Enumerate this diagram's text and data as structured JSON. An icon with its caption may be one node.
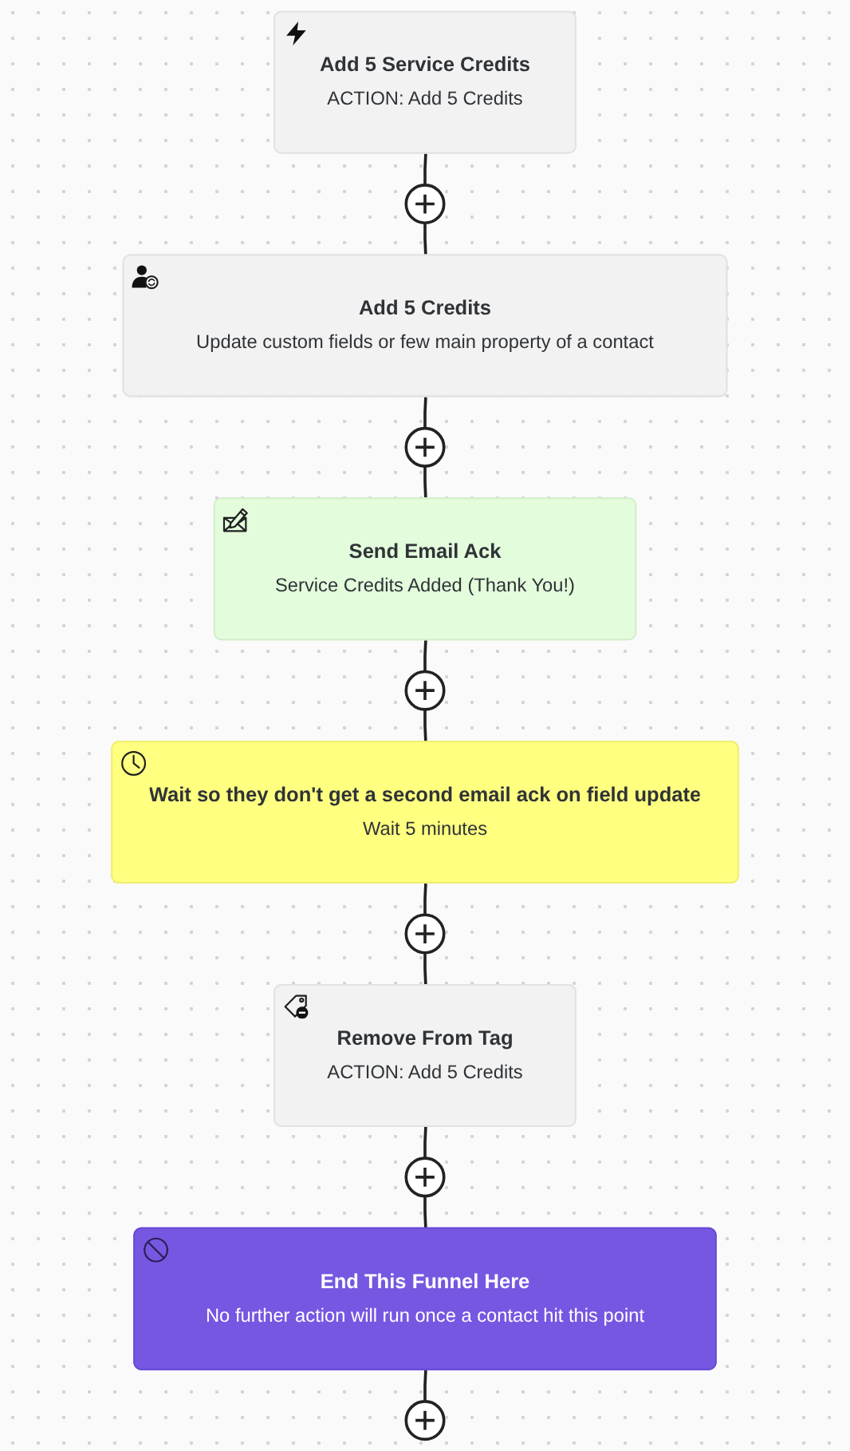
{
  "diagram": {
    "nodes": [
      {
        "text": [
          "Add 5 Service Credits",
          "ACTION: Add 5 Credits"
        ]
      },
      {
        "text": [],
        "shape": "circle"
      },
      {
        "text": [
          "Add 5 Credits",
          "Update custom fields or few main property of a contact"
        ]
      },
      {
        "text": [],
        "shape": "circle"
      },
      {
        "text": [
          "Send Email Ack",
          "Service Credits Added (Thank You!)"
        ]
      },
      {
        "text": [],
        "shape": "circle"
      },
      {
        "text": [
          "Wait so they don't get a second email ack on field update",
          "Wait 5 minutes"
        ]
      },
      {
        "text": [],
        "shape": "circle"
      },
      {
        "text": [
          "Remove From Tag",
          "ACTION: Add 5 Credits"
        ]
      },
      {
        "text": [],
        "shape": "circle"
      },
      {
        "text": [
          "End This Funnel Here",
          "No further action will run once a contact hit this point"
        ]
      },
      {
        "text": [],
        "shape": "circle"
      }
    ],
    "edges": [
      {
        "from": 0,
        "to": 1,
        "arrow": "none"
      },
      {
        "from": 1,
        "to": 2,
        "arrow": "none"
      },
      {
        "from": 2,
        "to": 3,
        "arrow": "none"
      },
      {
        "from": 3,
        "to": 4,
        "arrow": "none"
      },
      {
        "from": 4,
        "to": 5,
        "arrow": "none"
      },
      {
        "from": 5,
        "to": 6,
        "arrow": "none"
      },
      {
        "from": 6,
        "to": 7,
        "arrow": "none"
      },
      {
        "from": 7,
        "to": 8,
        "arrow": "none"
      },
      {
        "from": 8,
        "to": 9,
        "arrow": "none"
      },
      {
        "from": 9,
        "to": 10,
        "arrow": "none"
      },
      {
        "from": 10,
        "to": 11,
        "arrow": "none"
      }
    ]
  }
}
